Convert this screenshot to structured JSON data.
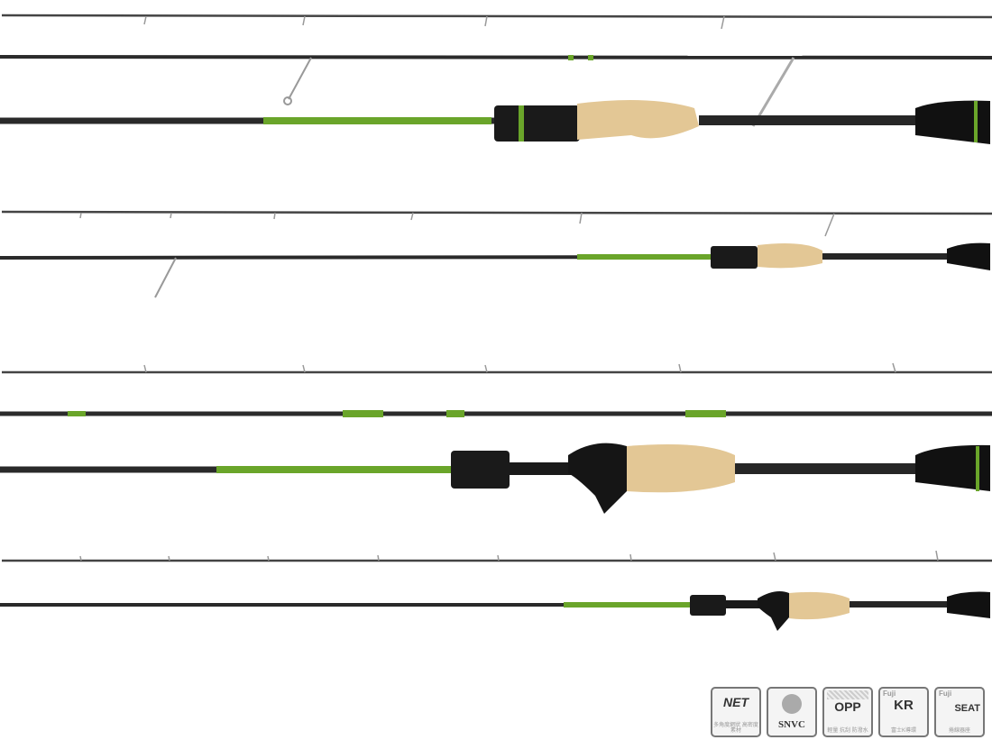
{
  "colors": {
    "blank": "#2a2a2a",
    "accent_green": "#6aa52a",
    "cork": "#e3c795",
    "grip": "#111111",
    "background": "#ffffff"
  },
  "badges": [
    {
      "logo": "NET",
      "caption": "多角度網狀 高密度素材"
    },
    {
      "logo": "SNVC",
      "caption": ""
    },
    {
      "logo": "OPP",
      "caption": "輕量 抗刮 防潑水"
    },
    {
      "brand": "Fuji",
      "logo": "KR",
      "caption": "富士K導環"
    },
    {
      "brand": "Fuji",
      "logo": "SEAT",
      "caption": "捲線器座"
    }
  ]
}
